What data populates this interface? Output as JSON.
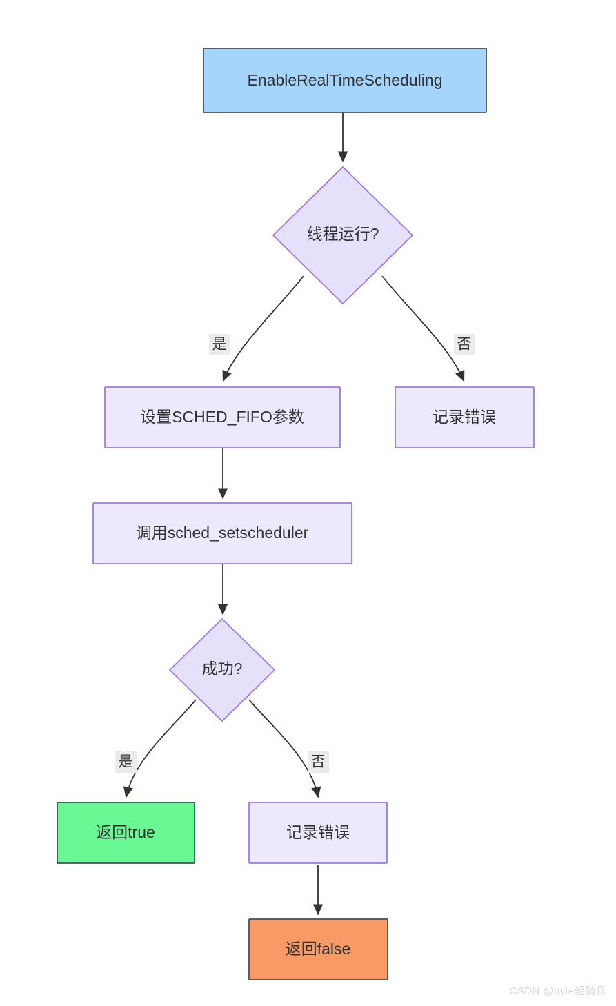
{
  "diagram": {
    "type": "flowchart",
    "direction": "top-down",
    "title": "EnableRealTimeScheduling flowchart",
    "colors": {
      "start_fill": "#a6d5fc",
      "start_stroke": "#41505c",
      "process_fill": "#ece9fd",
      "process_stroke": "#9d79e6",
      "decision_fill": "#e6e1fb",
      "decision_stroke": "#9d79e6",
      "success_fill": "#69f894",
      "success_stroke": "#41505c",
      "failure_fill": "#f89a66",
      "failure_stroke": "#41505c",
      "edge_stroke": "#333333",
      "label_bg": "#ebebeb",
      "text": "#333333"
    },
    "nodes": [
      {
        "id": "start",
        "label": "EnableRealTimeScheduling",
        "shape": "rect",
        "style": "start"
      },
      {
        "id": "running",
        "label": "线程运行?",
        "shape": "diamond",
        "style": "decision"
      },
      {
        "id": "setfifo",
        "label": "设置SCHED_FIFO参数",
        "shape": "rect",
        "style": "process"
      },
      {
        "id": "logerr1",
        "label": "记录错误",
        "shape": "rect",
        "style": "process"
      },
      {
        "id": "callsched",
        "label": "调用sched_setscheduler",
        "shape": "rect",
        "style": "process"
      },
      {
        "id": "success",
        "label": "成功?",
        "shape": "diamond",
        "style": "decision"
      },
      {
        "id": "rettrue",
        "label": "返回true",
        "shape": "rect",
        "style": "success"
      },
      {
        "id": "logerr2",
        "label": "记录错误",
        "shape": "rect",
        "style": "process"
      },
      {
        "id": "retfalse",
        "label": "返回false",
        "shape": "rect",
        "style": "failure"
      }
    ],
    "edges": [
      {
        "from": "start",
        "to": "running",
        "label": ""
      },
      {
        "from": "running",
        "to": "setfifo",
        "label": "是"
      },
      {
        "from": "running",
        "to": "logerr1",
        "label": "否"
      },
      {
        "from": "setfifo",
        "to": "callsched",
        "label": ""
      },
      {
        "from": "callsched",
        "to": "success",
        "label": ""
      },
      {
        "from": "success",
        "to": "rettrue",
        "label": "是"
      },
      {
        "from": "success",
        "to": "logerr2",
        "label": "否"
      },
      {
        "from": "logerr2",
        "to": "retfalse",
        "label": ""
      }
    ]
  },
  "watermark": {
    "text": "CSDN @byte轻骑兵"
  }
}
